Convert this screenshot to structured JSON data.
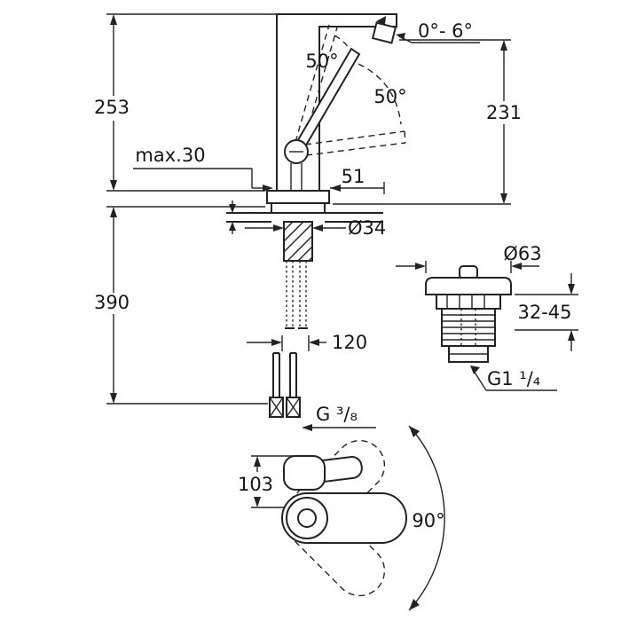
{
  "page": {
    "background": "#ffffff",
    "line_color": "#232323",
    "drawing_type": "faucet installation dimensional drawing"
  },
  "labels": {
    "dim_253": "253",
    "dim_231": "231",
    "angle_0_6": "0°- 6°",
    "angle_50_upper": "50°",
    "angle_50_lower": "50°",
    "max_30": "max.30",
    "dim_51": "51",
    "dia_34": "Ø34",
    "dim_390": "390",
    "dim_120": "120",
    "thread_g38": "G ³/₈",
    "dia_63": "Ø63",
    "range_32_45": "32-45",
    "thread_g114": "G1 ¹/₄",
    "dim_103": "103",
    "angle_90": "90°"
  }
}
